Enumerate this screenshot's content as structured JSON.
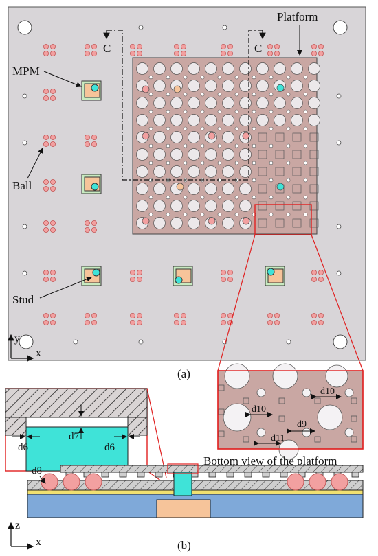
{
  "labels": {
    "platform": "Platform",
    "mpm": "MPM",
    "ball": "Ball",
    "stud": "Stud",
    "section_marker_left": "C",
    "section_marker_right": "C",
    "axis_y": "y",
    "axis_x": "x",
    "axis_z": "z",
    "axis_x_b": "x",
    "subfig_a": "(a)",
    "subfig_b": "(b)",
    "bottom_view_caption": "Bottom view of the platform",
    "dim_d6_left": "d6",
    "dim_d6_right": "d6",
    "dim_d7": "d7",
    "dim_d8": "d8",
    "dim_d9": "d9",
    "dim_d10_a": "d10",
    "dim_d10_b": "d10",
    "dim_d11": "d11"
  },
  "colors": {
    "base_plate": "#d8d5d8",
    "platform": "#c9a7a3",
    "ball": "#f2a0a0",
    "ball_stroke": "#d06060",
    "mpm_green": "#c8eac0",
    "mpm_orange": "#f6c49a",
    "stud_cyan": "#3fe3d8",
    "highlight_red": "#e02020",
    "blue_base": "#7fa9d9",
    "yellow_layer": "#f0e070"
  }
}
